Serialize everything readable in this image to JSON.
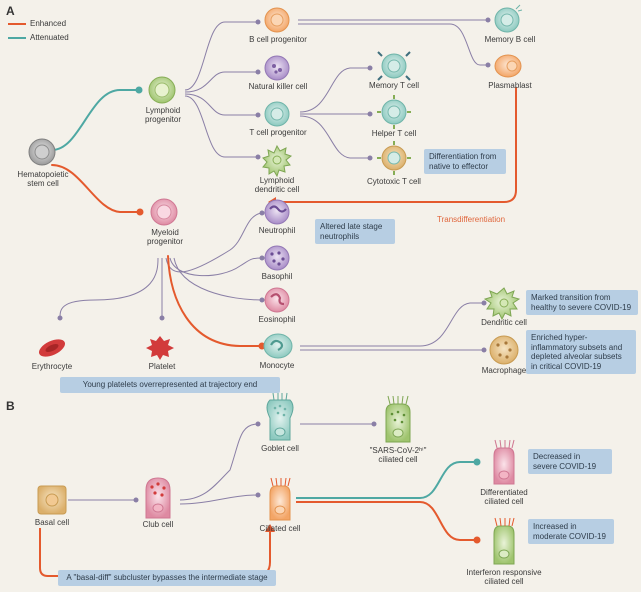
{
  "sections": {
    "a": "A",
    "b": "B"
  },
  "legend": {
    "enhanced": "Enhanced",
    "attenuated": "Attenuated"
  },
  "colors": {
    "enhanced": "#e45a2e",
    "attenuated": "#4ea8a3",
    "line": "#8a7fa6",
    "note_bg": "#b7cee3"
  },
  "cells_a": {
    "hsc": "Hematopoietic\nstem cell",
    "lymphoid_progenitor": "Lymphoid\nprogenitor",
    "myeloid_progenitor": "Myeloid\nprogenitor",
    "b_cell_progenitor": "B cell progenitor",
    "natural_killer": "Natural killer cell",
    "t_cell_progenitor": "T cell progenitor",
    "lymphoid_dendritic": "Lymphoid\ndendritic cell",
    "memory_b": "Memory B cell",
    "plasmablast": "Plasmablast",
    "memory_t": "Memory T cell",
    "helper_t": "Helper T cell",
    "cytotoxic_t": "Cytotoxic T cell",
    "neutrophil": "Neutrophil",
    "basophil": "Basophil",
    "eosinophil": "Eosinophil",
    "monocyte": "Monocyte",
    "erythrocyte": "Erythrocyte",
    "platelet": "Platelet",
    "dendritic_cell": "Dendritic cell",
    "macrophage": "Macrophage"
  },
  "notes_a": {
    "differentiation": "Differentiation from\nnative to effector",
    "transdifferentiation": "Transdifferentiation",
    "neutrophils": "Altered late stage\nneutrophils",
    "dendritic": "Marked transition from\nhealthy to severe COVID-19",
    "macrophage": "Enriched hyper-\ninflammatory subsets and\ndepleted alveolar subsets\nin critical COVID-19",
    "platelets": "Young platelets overrepresented at trajectory end"
  },
  "cells_b": {
    "basal": "Basal cell",
    "club": "Club cell",
    "goblet": "Goblet cell",
    "sars": "\"SARS-CoV-2ʰⁱ\"\nciliated cell",
    "ciliated": "Ciliated cell",
    "differentiated": "Differentiated\nciliated cell",
    "interferon": "Interferon responsive\nciliated cell"
  },
  "notes_b": {
    "decreased": "Decreased in\nsevere COVID-19",
    "increased": "Increased in\nmoderate COVID-19",
    "basal_diff": "A \"basal-diff\" subcluster bypasses the intermediate stage"
  }
}
